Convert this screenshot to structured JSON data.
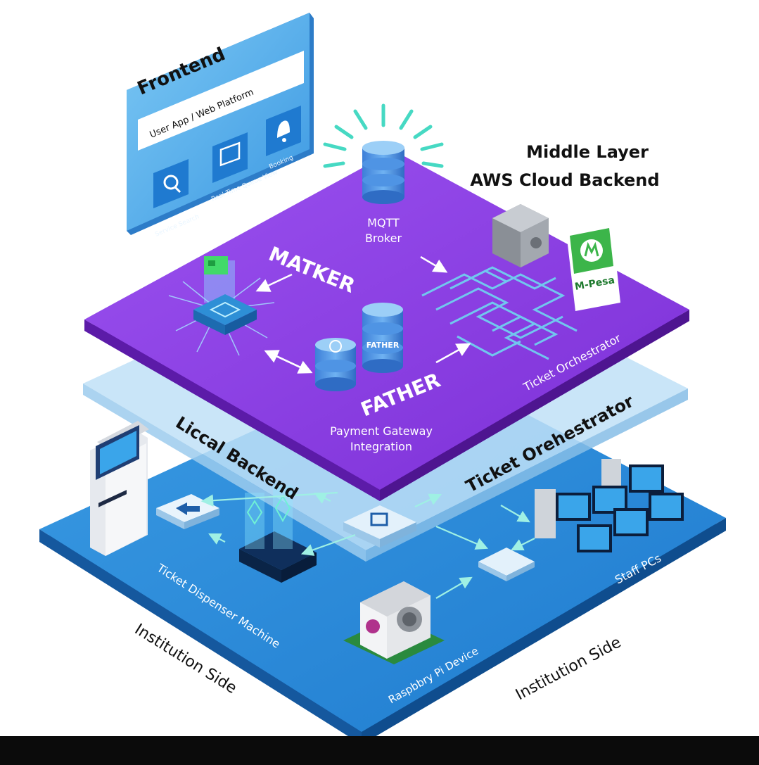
{
  "frontend": {
    "title": "Frontend",
    "subtitle": "User App / Web Platform",
    "items": [
      {
        "label": "Service Search",
        "icon": "search-icon"
      },
      {
        "label": "Real Time Queue View",
        "icon": "calendar-icon"
      },
      {
        "label": "Booking",
        "icon": "bell-icon"
      }
    ]
  },
  "middle_layer": {
    "title_line1": "Middle Layer",
    "title_line2": "AWS Cloud Backend",
    "mqtt_line1": "MQTT",
    "mqtt_line2": "Broker",
    "matker": "MATKER",
    "father_label": "FATHER",
    "father_db_label": "FATHER",
    "payment_line1": "Payment Gateway",
    "payment_line2": "Integration",
    "ticket_orchestrator": "Ticket Orchestrator",
    "mpesa": "M-Pesa"
  },
  "local_layer": {
    "local_backend": "Liccal Backend",
    "ticket_orchestrator": "Ticket Orehestrator"
  },
  "bottom_layer": {
    "ticket_dispenser": "Ticket Dispenser Machine",
    "raspberry": "Raspbbry Pi Device",
    "staff": "Staff PCs",
    "institution_left": "Institution Side",
    "institution_right": "Institution Side"
  },
  "colors": {
    "purple": "#8a3fe0",
    "blue": "#2f8fd8",
    "panel_blue": "#3aa0e8",
    "teal": "#46d9c3",
    "mpesa_green": "#3cb54a"
  }
}
